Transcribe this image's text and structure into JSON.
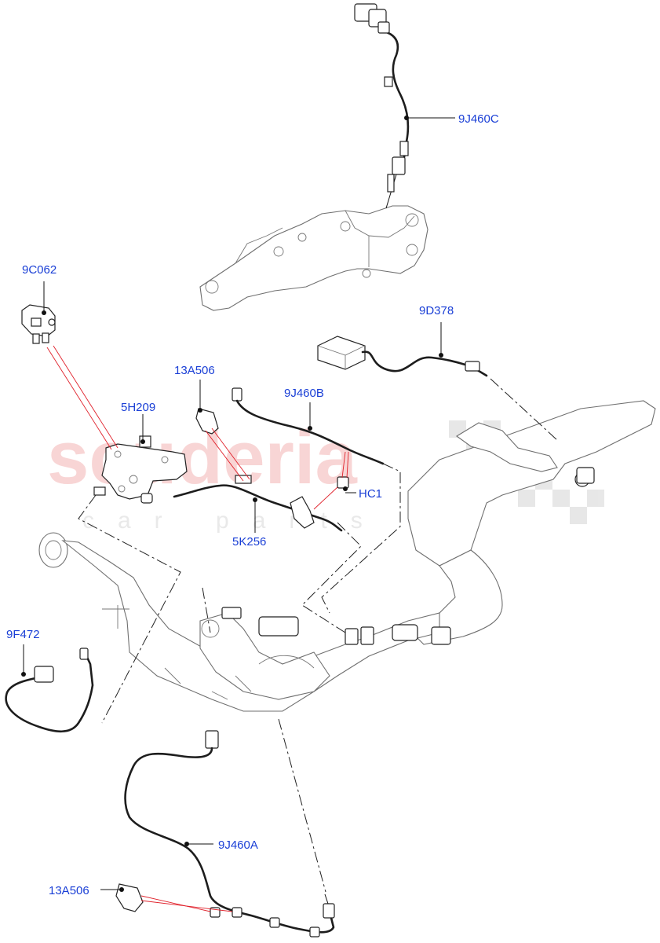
{
  "watermark": {
    "main": "scuderia",
    "sub": "car parts"
  },
  "labels": [
    {
      "id": "9J460C",
      "text": "9J460C"
    },
    {
      "id": "9C062",
      "text": "9C062"
    },
    {
      "id": "9D378",
      "text": "9D378"
    },
    {
      "id": "13A506_top",
      "text": "13A506"
    },
    {
      "id": "9J460B",
      "text": "9J460B"
    },
    {
      "id": "5H209",
      "text": "5H209"
    },
    {
      "id": "HC1",
      "text": "HC1"
    },
    {
      "id": "5K256",
      "text": "5K256"
    },
    {
      "id": "9F472",
      "text": "9F472"
    },
    {
      "id": "9J460A",
      "text": "9J460A"
    },
    {
      "id": "13A506_bottom",
      "text": "13A506"
    }
  ],
  "colors": {
    "label": "#1a3fd6",
    "red_leader": "#e0202a",
    "watermark": "#f3b3b3"
  }
}
